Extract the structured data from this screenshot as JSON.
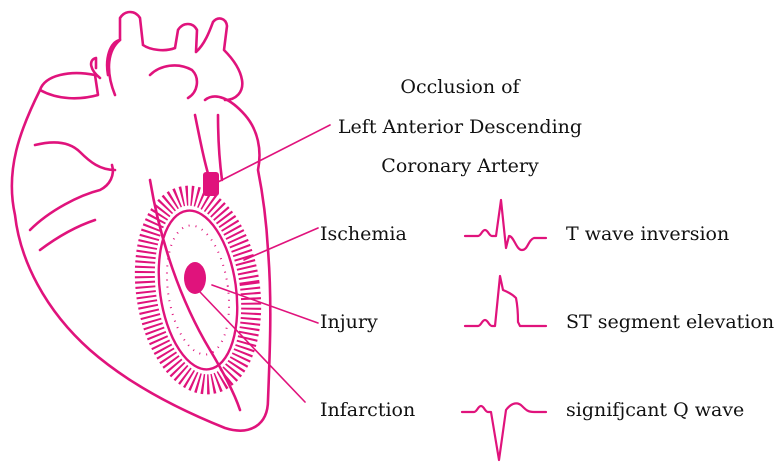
{
  "colors": {
    "accent": "#e0137c",
    "text": "#111111",
    "background": "#ffffff"
  },
  "title": {
    "line1": "Occlusion of",
    "line2": "Left Anterior Descending",
    "line3": "Coronary Artery"
  },
  "zones": [
    {
      "label": "Ischemia",
      "ecg_label": "T wave inversion"
    },
    {
      "label": "Injury",
      "ecg_label": "ST segment elevation"
    },
    {
      "label": "Infarction",
      "ecg_label": "signifjcant Q wave"
    }
  ]
}
